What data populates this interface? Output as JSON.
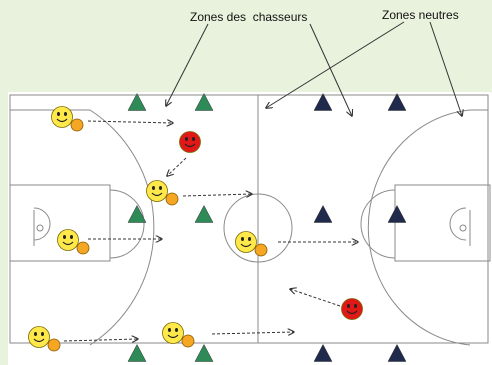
{
  "labels": {
    "chasseurs": "Zones des  chasseurs",
    "neutres": "Zones neutres"
  },
  "colors": {
    "background": "#e9f2dd",
    "court": "#ffffff",
    "court_lines": "#8a8a8a",
    "cone_green": "#2e8b57",
    "cone_navy": "#1f2a4d",
    "player_yellow": "#ffe94a",
    "player_red": "#e01818",
    "ball_orange": "#f5a623"
  },
  "players": [
    {
      "kind": "yellow"
    },
    {
      "kind": "yellow"
    },
    {
      "kind": "yellow"
    },
    {
      "kind": "yellow"
    },
    {
      "kind": "yellow"
    },
    {
      "kind": "yellow"
    },
    {
      "kind": "red"
    },
    {
      "kind": "red"
    }
  ],
  "cones": [
    {
      "color": "green"
    },
    {
      "color": "green"
    },
    {
      "color": "green"
    },
    {
      "color": "green"
    },
    {
      "color": "green"
    },
    {
      "color": "green"
    },
    {
      "color": "navy"
    },
    {
      "color": "navy"
    },
    {
      "color": "navy"
    },
    {
      "color": "navy"
    },
    {
      "color": "navy"
    },
    {
      "color": "navy"
    }
  ]
}
